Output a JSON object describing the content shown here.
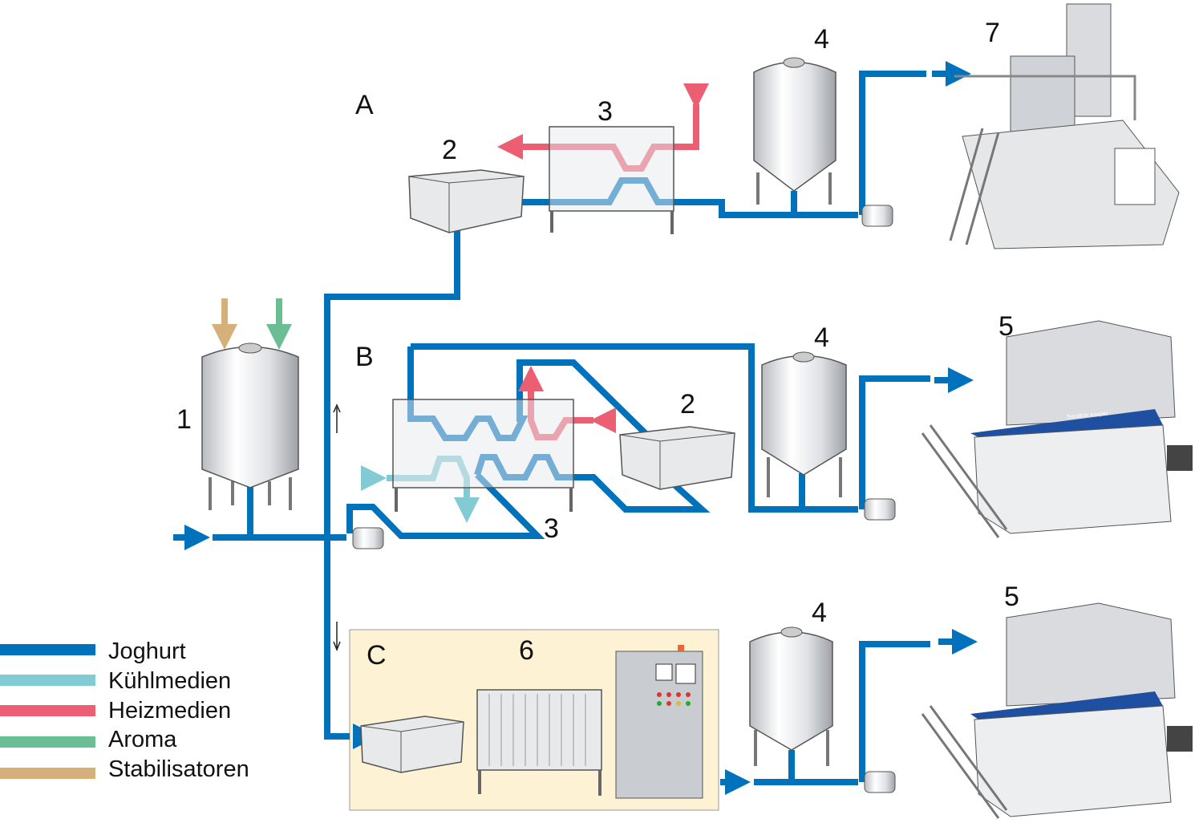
{
  "labels": {
    "section_a": "A",
    "section_b": "B",
    "section_c": "C",
    "a_tank": "2",
    "a_hx": "3",
    "a_buffer": "4",
    "a_filler": "7",
    "mix_tank": "1",
    "b_tank": "2",
    "b_hx": "3",
    "b_buffer": "4",
    "b_filler": "5",
    "c_unit": "6",
    "c_buffer": "4",
    "c_filler": "5"
  },
  "legend": [
    {
      "label": "Joghurt",
      "color": "#0072BC"
    },
    {
      "label": "Kühlmedien",
      "color": "#82CBD4"
    },
    {
      "label": "Heizmedien",
      "color": "#EC5E72"
    },
    {
      "label": "Aroma",
      "color": "#6BBE93"
    },
    {
      "label": "Stabilisatoren",
      "color": "#D6B07A"
    }
  ],
  "machine_branding": "TetraBrik Aseptic",
  "colors": {
    "section_c_background": "#FDF3D4",
    "machine_band": "#1F4FA0"
  }
}
